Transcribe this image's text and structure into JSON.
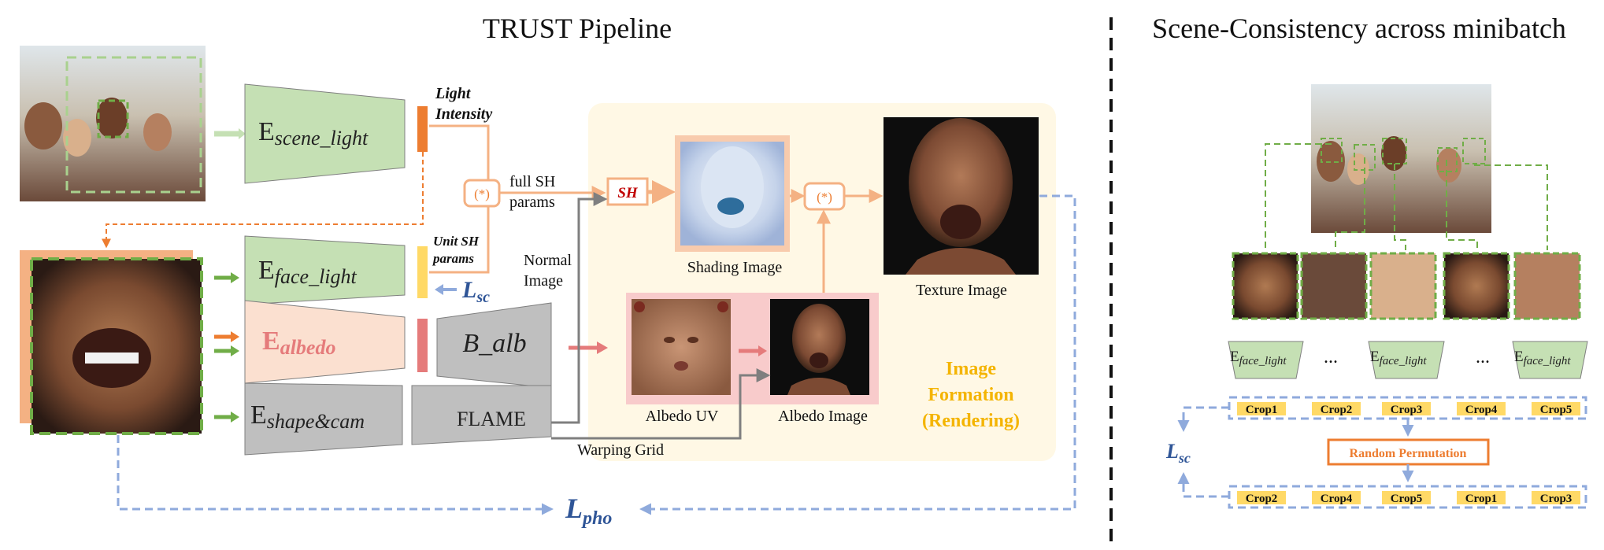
{
  "left_panel": {
    "title": "TRUST Pipeline",
    "encoders": {
      "scene_light": {
        "base": "E",
        "sub": "scene_light"
      },
      "face_light": {
        "base": "E",
        "sub": "face_light"
      },
      "albedo": {
        "base": "E",
        "sub": "albedo"
      },
      "shape_cam": {
        "base": "E",
        "sub": "shape&cam"
      }
    },
    "decoders": {
      "b_alb": "B_alb",
      "flame": "FLAME"
    },
    "labels": {
      "light_intensity_1": "Light",
      "light_intensity_2": "Intensity",
      "unit_sh_1": "Unit SH",
      "unit_sh_2": "params",
      "full_sh_1": "full SH",
      "full_sh_2": "params",
      "normal_1": "Normal",
      "normal_2": "Image",
      "warping_grid": "Warping Grid",
      "multiply": "(*)",
      "sh": "SH",
      "shading_image": "Shading Image",
      "texture_image": "Texture Image",
      "albedo_uv": "Albedo UV",
      "albedo_image": "Albedo Image",
      "image_formation_1": "Image",
      "image_formation_2": "Formation",
      "image_formation_3": "(Rendering)"
    },
    "losses": {
      "sc": {
        "base": "L",
        "sub": "sc"
      },
      "pho": {
        "base": "L",
        "sub": "pho"
      }
    }
  },
  "right_panel": {
    "title": "Scene-Consistency across minibatch",
    "encoder": {
      "base": "E",
      "sub": "face_light"
    },
    "ellipsis": "...",
    "crops_top": [
      "Crop1",
      "Crop2",
      "Crop3",
      "Crop4",
      "Crop5"
    ],
    "crops_bottom": [
      "Crop2",
      "Crop4",
      "Crop5",
      "Crop1",
      "Crop3"
    ],
    "random_permutation": "Random Permutation",
    "loss": {
      "base": "L",
      "sub": "sc"
    }
  },
  "colors": {
    "green_fill": "#a9d18e",
    "green_dash": "#70ad47",
    "orange": "#ed7d31",
    "peach": "#fbd5c0",
    "pink": "#e57b7b",
    "gray": "#bfbfbf",
    "blue": "#8faadc",
    "yellow": "#ffd966",
    "formation_bg": "#fff8e5",
    "formation_text": "#f4b400"
  }
}
